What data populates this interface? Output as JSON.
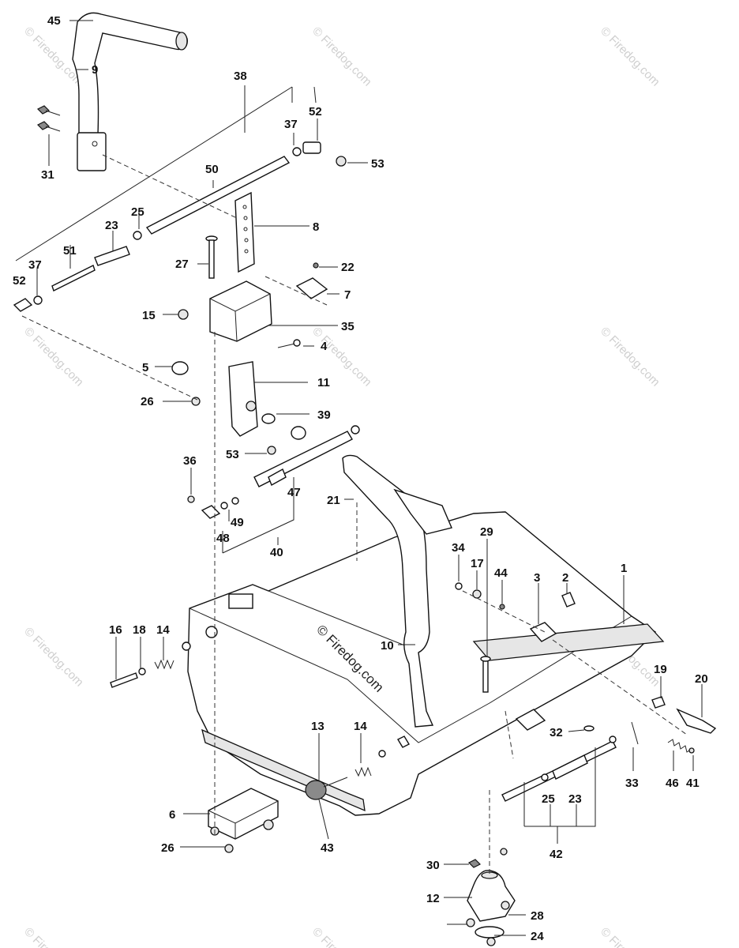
{
  "labels": [
    "45",
    "9",
    "38",
    "37",
    "52",
    "53",
    "31",
    "50",
    "25",
    "23",
    "51",
    "8",
    "27",
    "22",
    "7",
    "15",
    "35",
    "4",
    "5",
    "11",
    "26",
    "39",
    "53",
    "36",
    "21",
    "47",
    "49",
    "48",
    "40",
    "34",
    "29",
    "17",
    "44",
    "3",
    "2",
    "1",
    "16",
    "18",
    "14",
    "10",
    "19",
    "20",
    "13",
    "14",
    "32",
    "33",
    "46",
    "41",
    "6",
    "26",
    "43",
    "25",
    "23",
    "42",
    "30",
    "12",
    "28",
    "24",
    "52",
    "37"
  ],
  "watermark": {
    "center_text": "© Firedog.com",
    "corner_text": "© Firedog.com"
  }
}
